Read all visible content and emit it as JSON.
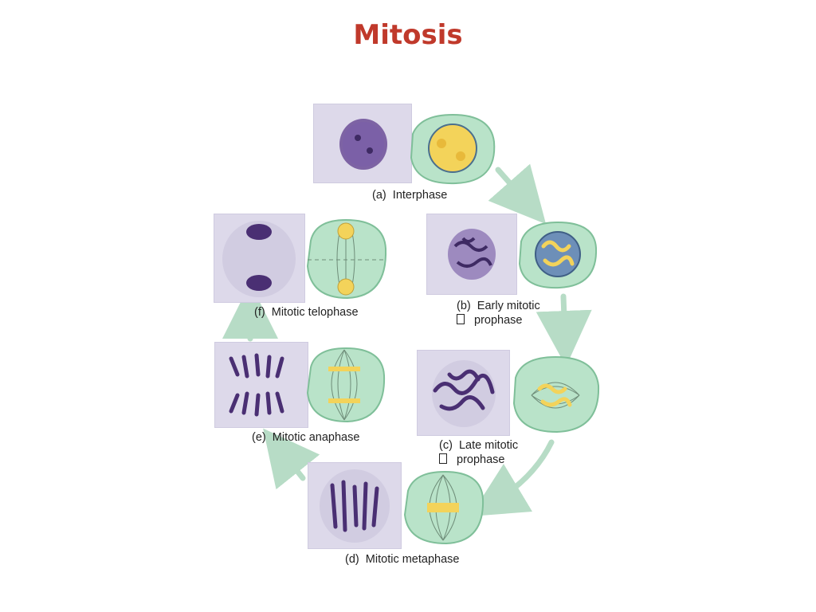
{
  "title": "Mitosis",
  "stages": [
    {
      "key": "a",
      "letter": "(a)",
      "name": "Interphase",
      "name2": ""
    },
    {
      "key": "b",
      "letter": "(b)",
      "name": "Early mitotic",
      "name2": "prophase"
    },
    {
      "key": "c",
      "letter": "(c)",
      "name": "Late mitotic",
      "name2": "prophase"
    },
    {
      "key": "d",
      "letter": "(d)",
      "name": "Mitotic metaphase",
      "name2": ""
    },
    {
      "key": "e",
      "letter": "(e)",
      "name": "Mitotic anaphase",
      "name2": ""
    },
    {
      "key": "f",
      "letter": "(f)",
      "name": "Mitotic telophase",
      "name2": ""
    }
  ],
  "colors": {
    "title": "#c0392b",
    "cell_fill": "#b9e3c9",
    "cell_stroke": "#7fbf99",
    "nucleus": "#f3d35a",
    "chromosome_purple": "#5b3a86",
    "micrograph_bg": "#ddd9ea",
    "arrow": "#b7dcc6"
  },
  "icons": [
    "cycle-arrow"
  ]
}
